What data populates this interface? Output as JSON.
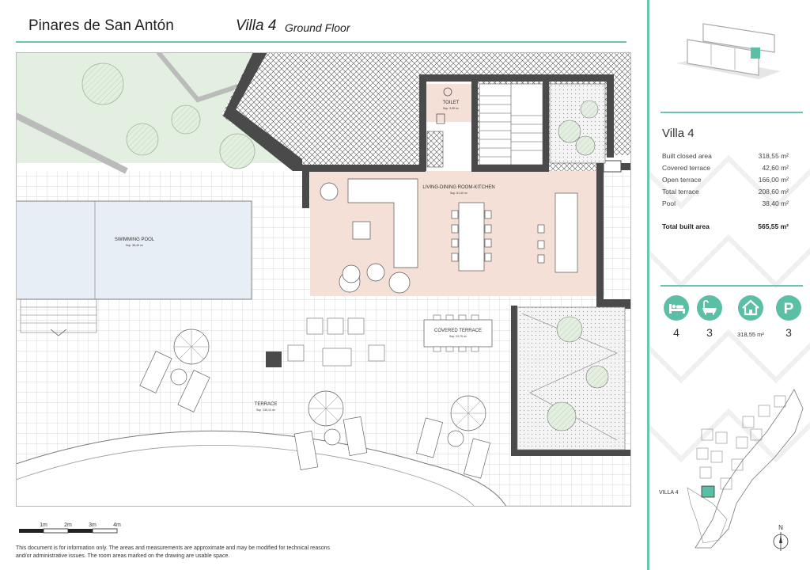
{
  "header": {
    "project": "Pinares de San Antón",
    "villa": "Villa 4",
    "floor": "Ground Floor"
  },
  "plan": {
    "rooms": [
      {
        "name": "TOILET",
        "area": "Sup. 3,05 m²"
      },
      {
        "name": "LIVING-DINING ROOM-KITCHEN",
        "area": "Sup. 61,40 m²"
      },
      {
        "name": "SWIMMING POOL",
        "area": "Sup. 38,40 m²"
      },
      {
        "name": "COVERED TERRACE",
        "area": "Sup. 23,75 m²"
      },
      {
        "name": "TERRACE",
        "area": "Sup. 135,10 m²"
      }
    ],
    "scale_labels": [
      "1m",
      "2m",
      "3m",
      "4m"
    ]
  },
  "disclaimer": "This document is for information only. The areas and measurements are approximate and may be modified for technical reasons and/or administrative issues. The room areas marked on the drawing are usable space.",
  "panel": {
    "title": "Villa 4",
    "areas": [
      {
        "label": "Built closed area",
        "value": "318,55 m²"
      },
      {
        "label": "Covered terrace",
        "value": "42,60 m²"
      },
      {
        "label": "Open terrace",
        "value": "166,00 m²"
      },
      {
        "label": "Total terrace",
        "value": "208,60 m²"
      },
      {
        "label": "Pool",
        "value": "38,40 m²"
      }
    ],
    "total": {
      "label": "Total built area",
      "value": "565,55 m²"
    },
    "features": [
      {
        "icon": "bed-icon",
        "value": "4"
      },
      {
        "icon": "bathtub-icon",
        "value": "3"
      },
      {
        "icon": "house-icon",
        "value": "318,55 m²"
      },
      {
        "icon": "parking-icon",
        "value": "3"
      }
    ],
    "map_label": "VILLA 4",
    "north": "N"
  },
  "colors": {
    "accent": "#6cc3b0",
    "icon_fill": "#5bbfa5",
    "wall": "#4a4a4a",
    "living_floor": "#f4e0d6",
    "garden": "#e3efe0"
  }
}
